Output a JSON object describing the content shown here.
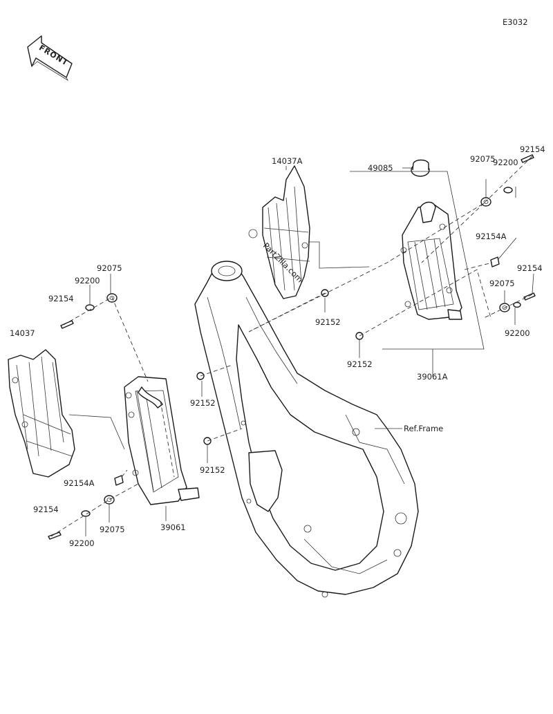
{
  "diagram_code": "E3032",
  "front_label": "FRONT",
  "watermark": "PartZilla.com",
  "ref_label": "Ref.Frame",
  "labels": {
    "p14037": "14037",
    "p14037A": "14037A",
    "p39061": "39061",
    "p39061A": "39061A",
    "p49085": "49085",
    "p92075_tr": "92075",
    "p92200_tr": "92200",
    "p92154_tr": "92154",
    "p92154A_r": "92154A",
    "p92154_r": "92154",
    "p92075_r": "92075",
    "p92200_r": "92200",
    "p92152_top": "92152",
    "p92152_mid": "92152",
    "p92152_l1": "92152",
    "p92152_l2": "92152",
    "p92075_tl": "92075",
    "p92200_tl": "92200",
    "p92154_tl": "92154",
    "p92154A_l": "92154A",
    "p92154_bl": "92154",
    "p92200_bl": "92200",
    "p92075_bl": "92075"
  }
}
